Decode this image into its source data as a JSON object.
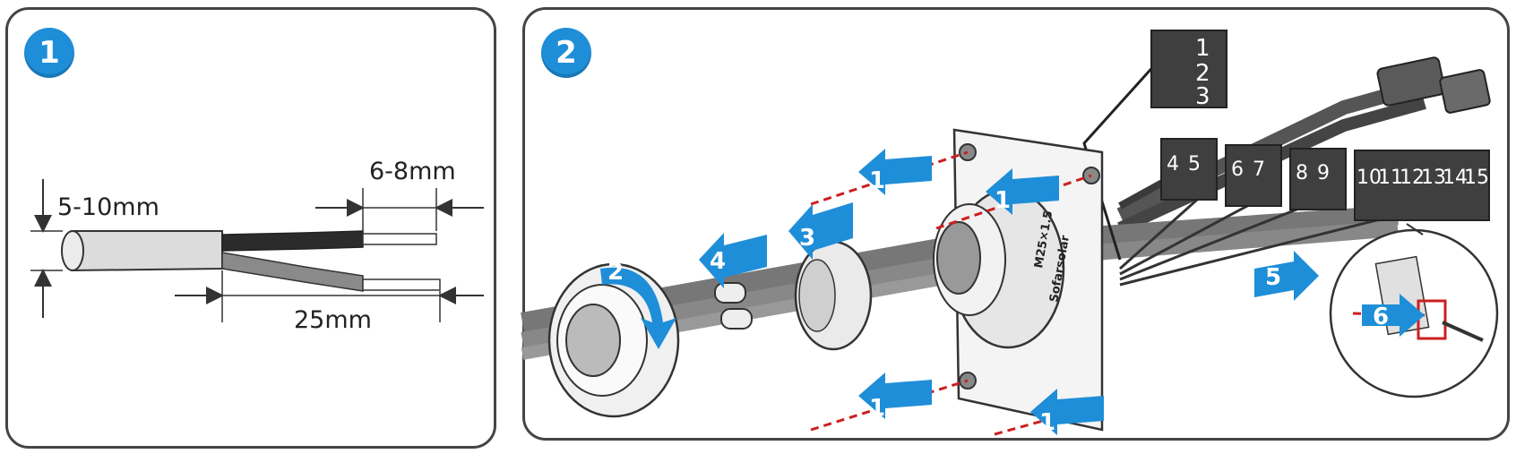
{
  "panels": [
    {
      "badge": "1"
    },
    {
      "badge": "2"
    }
  ],
  "panel1": {
    "dim_diameter": "5-10mm",
    "dim_conductor": "6-8mm",
    "dim_strip": "25mm"
  },
  "panel2": {
    "steps": [
      "1",
      "1",
      "1",
      "1",
      "1",
      "2",
      "3",
      "4",
      "5",
      "6"
    ],
    "terminal_a": [
      "1",
      "2",
      "3"
    ],
    "terminal_b": [
      "4",
      "5"
    ],
    "terminal_c": [
      "6",
      "7"
    ],
    "terminal_d": [
      "8",
      "9"
    ],
    "terminal_e": [
      "10",
      "11",
      "12",
      "13",
      "14",
      "15"
    ],
    "gland_marking": "M25×1.5",
    "brand_marking": "Sofarsolar"
  },
  "colors": {
    "accent": "#1f8ed8",
    "guide_line": "#cc1f1f",
    "outline": "#444444"
  }
}
